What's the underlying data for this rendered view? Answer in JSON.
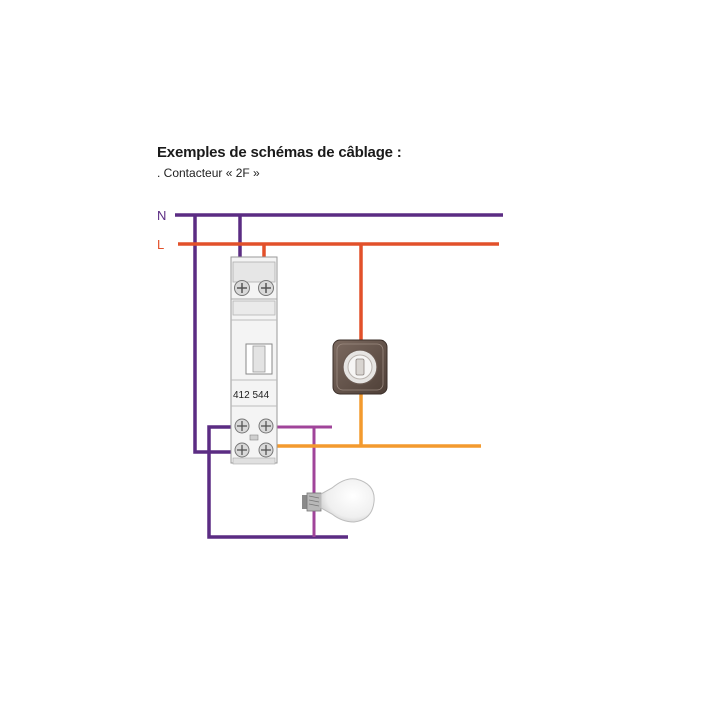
{
  "heading": {
    "title": "Exemples de schémas de câblage :",
    "subtitle": ". Contacteur « 2F »"
  },
  "wires": {
    "neutral_label": "N",
    "live_label": "L",
    "neutral_color": "#5b2c83",
    "live_color": "#e2502a",
    "switched_color": "#f39a2e",
    "lamp_feed_color": "#a0449a"
  },
  "contactor": {
    "reference": "412 544",
    "icon": "modular-contactor-icon"
  },
  "switch": {
    "icon": "wall-switch-icon"
  },
  "lamp": {
    "icon": "light-bulb-icon"
  }
}
